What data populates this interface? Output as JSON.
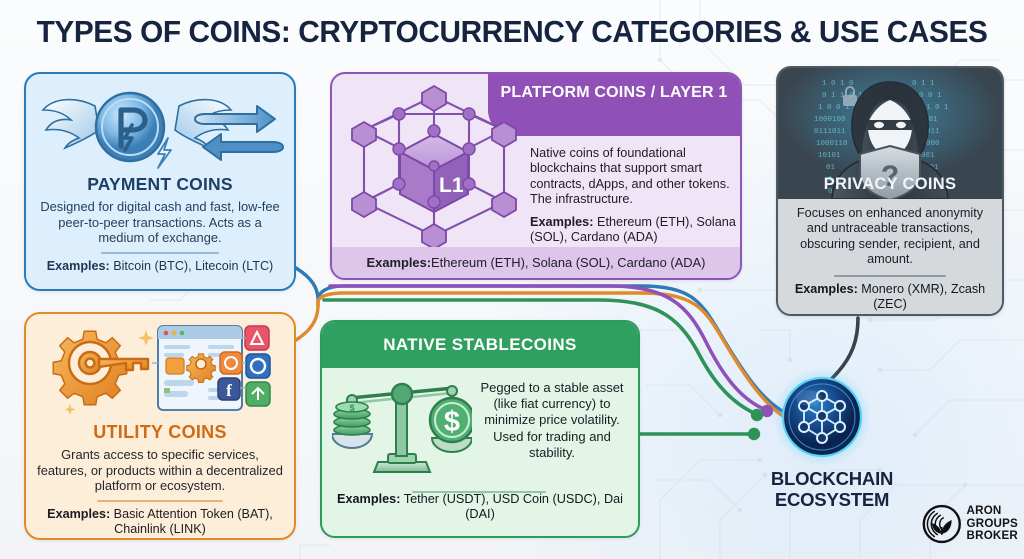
{
  "page": {
    "title": "TYPES OF COINS: CRYPTOCURRENCY CATEGORIES & USE CASES",
    "background_color": "#f6f7f9",
    "title_color": "#16243f"
  },
  "cards": {
    "payment": {
      "title": "PAYMENT COINS",
      "body": "Designed for digital cash and fast, low-fee peer-to-peer transactions. Acts as a medium of exchange.",
      "examples_label": "Examples:",
      "examples_value": " Bitcoin (BTC), Litecoin (LTC)",
      "accent_color": "#2e7ab5",
      "fill_color": "#ddeffc",
      "icon": "winged-coin-icon",
      "icon_secondary": "exchange-arrows-icon"
    },
    "platform": {
      "title": "PLATFORM COINS / LAYER 1",
      "body": "Native coins of foundational blockchains that support smart contracts, dApps, and other tokens. The infrastructure.",
      "examples_label": "Examples:",
      "examples_value": " Ethereum (ETH), Solana (SOL), Cardano (ADA)",
      "footer_label": "Examples:",
      "footer_value": " Ethereum (ETH), Solana (SOL), Cardano (ADA)",
      "accent_color": "#8f51b8",
      "fill_color": "#f0e4f7",
      "icon": "cube-network-icon",
      "icon_badge": "L1"
    },
    "privacy": {
      "title": "PRIVACY COINS",
      "body": "Focuses on enhanced anonymity and untraceable transactions, obscuring sender, recipient, and amount.",
      "examples_label": "Examples:",
      "examples_value": " Monero (XMR), Zcash (ZEC)",
      "accent_color": "#3e4b56",
      "fill_color": "#d5d9dc",
      "icon": "anonymous-hooded-figure-icon",
      "icon_badge": "?"
    },
    "utility": {
      "title": "UTILITY COINS",
      "body": "Grants access to specific services, features, or products within a decentralized platform or ecosystem.",
      "examples_label": "Examples:",
      "examples_value": " Basic Attention Token (BAT), Chainlink (LINK)",
      "accent_color": "#e08a2e",
      "fill_color": "#fdeed9",
      "icon": "gear-key-apps-icon"
    },
    "stable": {
      "title": "NATIVE STABLECOINS",
      "body": "Pegged to a stable asset (like fiat currency) to minimize price volatility. Used for trading and stability.",
      "examples_label": "Examples:",
      "examples_value": " Tether (USDT), USD Coin (USDC), Dai (DAI)",
      "accent_color": "#2fa05f",
      "fill_color": "#e2f5e7",
      "icon": "balance-scale-coins-icon"
    }
  },
  "hub": {
    "label_line1": "BLOCKCHAIN",
    "label_line2": "ECOSYSTEM",
    "icon": "blockchain-node-sphere-icon",
    "glow_color": "#2ec4f2"
  },
  "logo": {
    "line1": "ARON",
    "line2": "GROUPS",
    "line3": "BROKER",
    "icon": "aron-groups-leaf-logo-icon"
  },
  "connectors": [
    {
      "from": "payment",
      "color": "#2e7ab5"
    },
    {
      "from": "utility",
      "color": "#e08a2e"
    },
    {
      "from": "platform",
      "color": "#8f51b8"
    },
    {
      "from": "privacy",
      "color": "#3b424a"
    },
    {
      "from": "stable",
      "color": "#2f9257"
    }
  ]
}
